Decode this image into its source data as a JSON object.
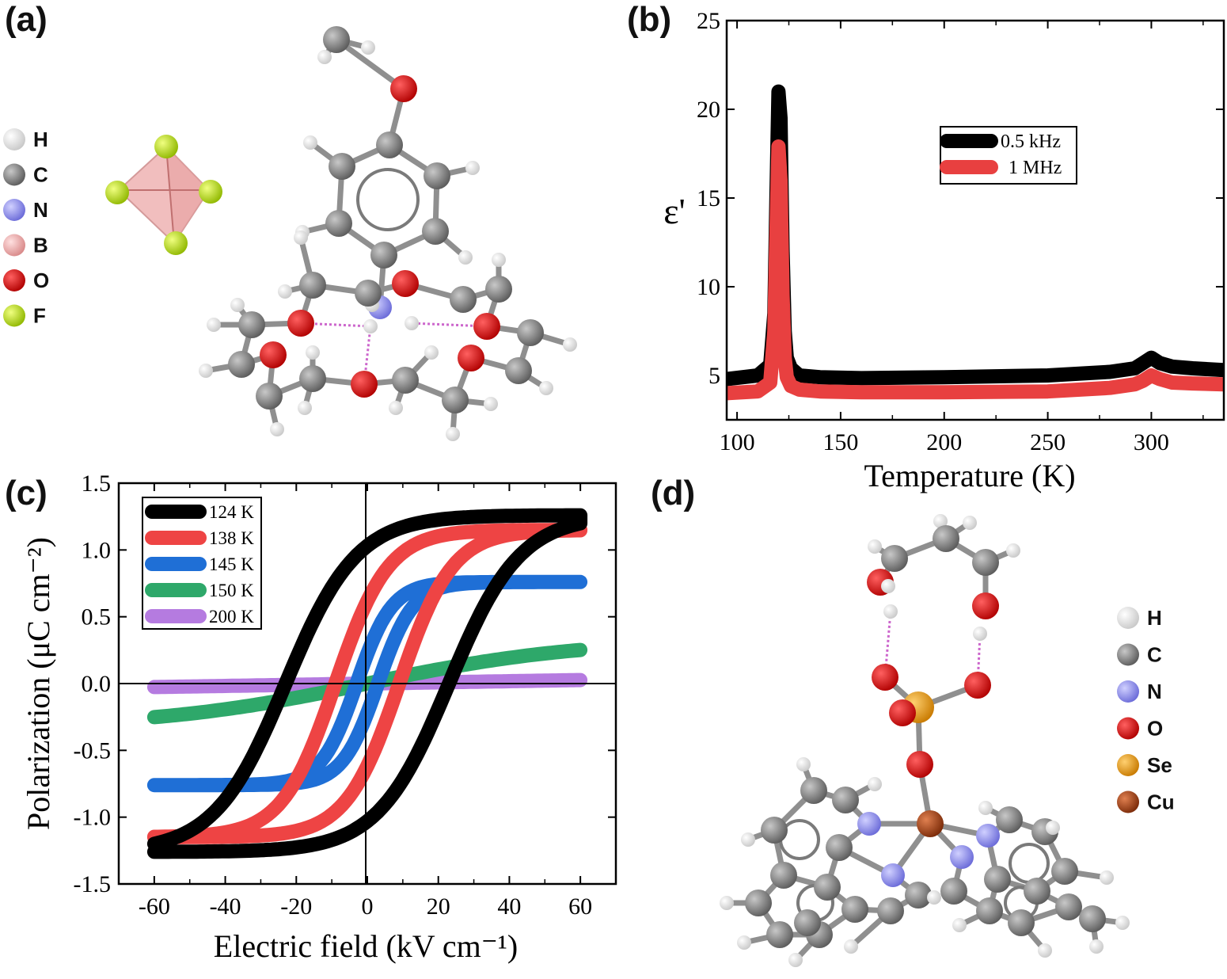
{
  "panels": {
    "a": "(a)",
    "b": "(b)",
    "c": "(c)",
    "d": "(d)"
  },
  "legend_a": [
    {
      "symbol": "H",
      "color": "#f2f2f2"
    },
    {
      "symbol": "C",
      "color": "#8a8a8a"
    },
    {
      "symbol": "N",
      "color": "#8d8df0"
    },
    {
      "symbol": "B",
      "color": "#f0b0b0"
    },
    {
      "symbol": "O",
      "color": "#e60000"
    },
    {
      "symbol": "F",
      "color": "#b8e600"
    }
  ],
  "legend_d": [
    {
      "symbol": "H",
      "color": "#f2f2f2"
    },
    {
      "symbol": "C",
      "color": "#8a8a8a"
    },
    {
      "symbol": "N",
      "color": "#8d8df0"
    },
    {
      "symbol": "O",
      "color": "#e60000"
    },
    {
      "symbol": "Se",
      "color": "#f0a020"
    },
    {
      "symbol": "Cu",
      "color": "#b84a20"
    }
  ],
  "chart_data": [
    {
      "id": "b",
      "type": "line",
      "xlabel": "Temperature (K)",
      "ylabel": "ε'",
      "xlim": [
        95,
        335
      ],
      "ylim": [
        2.5,
        25
      ],
      "xticks": [
        100,
        150,
        200,
        250,
        300
      ],
      "yticks": [
        5,
        10,
        15,
        20,
        25
      ],
      "legend_position": "upper-right-inside",
      "series": [
        {
          "name": "0.5 kHz",
          "color": "#000000",
          "x": [
            95,
            110,
            116,
            118,
            119,
            120,
            121,
            122,
            123,
            124,
            126,
            130,
            140,
            160,
            200,
            250,
            280,
            292,
            296,
            300,
            304,
            310,
            320,
            335
          ],
          "y": [
            4.8,
            5.0,
            5.6,
            8.5,
            15.0,
            21.0,
            19.5,
            12.0,
            7.5,
            6.0,
            5.4,
            5.0,
            4.9,
            4.85,
            4.9,
            5.0,
            5.2,
            5.4,
            5.7,
            6.0,
            5.7,
            5.5,
            5.4,
            5.3
          ]
        },
        {
          "name": "1 MHz",
          "color": "#e84040",
          "x": [
            95,
            110,
            116,
            118,
            119,
            120,
            121,
            122,
            123,
            124,
            126,
            130,
            140,
            160,
            200,
            250,
            280,
            292,
            296,
            300,
            304,
            310,
            320,
            335
          ],
          "y": [
            4.0,
            4.1,
            4.6,
            7.5,
            13.0,
            17.9,
            16.0,
            9.5,
            6.0,
            4.9,
            4.4,
            4.2,
            4.1,
            4.05,
            4.05,
            4.1,
            4.3,
            4.5,
            4.7,
            5.0,
            4.8,
            4.6,
            4.55,
            4.5
          ]
        }
      ]
    },
    {
      "id": "c",
      "type": "line",
      "xlabel": "Electric field (kV cm⁻¹)",
      "ylabel": "Polarization (μC cm⁻²)",
      "xlim": [
        -70,
        70
      ],
      "ylim": [
        -1.5,
        1.5
      ],
      "xticks": [
        -60,
        -40,
        -20,
        0,
        20,
        40,
        60
      ],
      "yticks": [
        -1.5,
        -1.0,
        -0.5,
        0.0,
        0.5,
        1.0,
        1.5
      ],
      "legend_position": "upper-left-inside",
      "series": [
        {
          "name": "124 K",
          "color": "#000000",
          "Ps": 1.26,
          "Ec": 23,
          "w": 20
        },
        {
          "name": "138 K",
          "color": "#ee4444",
          "Ps": 1.15,
          "Ec": 9,
          "w": 15
        },
        {
          "name": "145 K",
          "color": "#1f6fd6",
          "Ps": 0.76,
          "Ec": 3,
          "w": 10
        },
        {
          "name": "150 K",
          "color": "#2ea86a",
          "Ps": 0.33,
          "Ec": 0,
          "w": 60
        },
        {
          "name": "200 K",
          "color": "#b57be0",
          "Ps": 0.09,
          "Ec": 0,
          "w": 200
        }
      ]
    }
  ]
}
